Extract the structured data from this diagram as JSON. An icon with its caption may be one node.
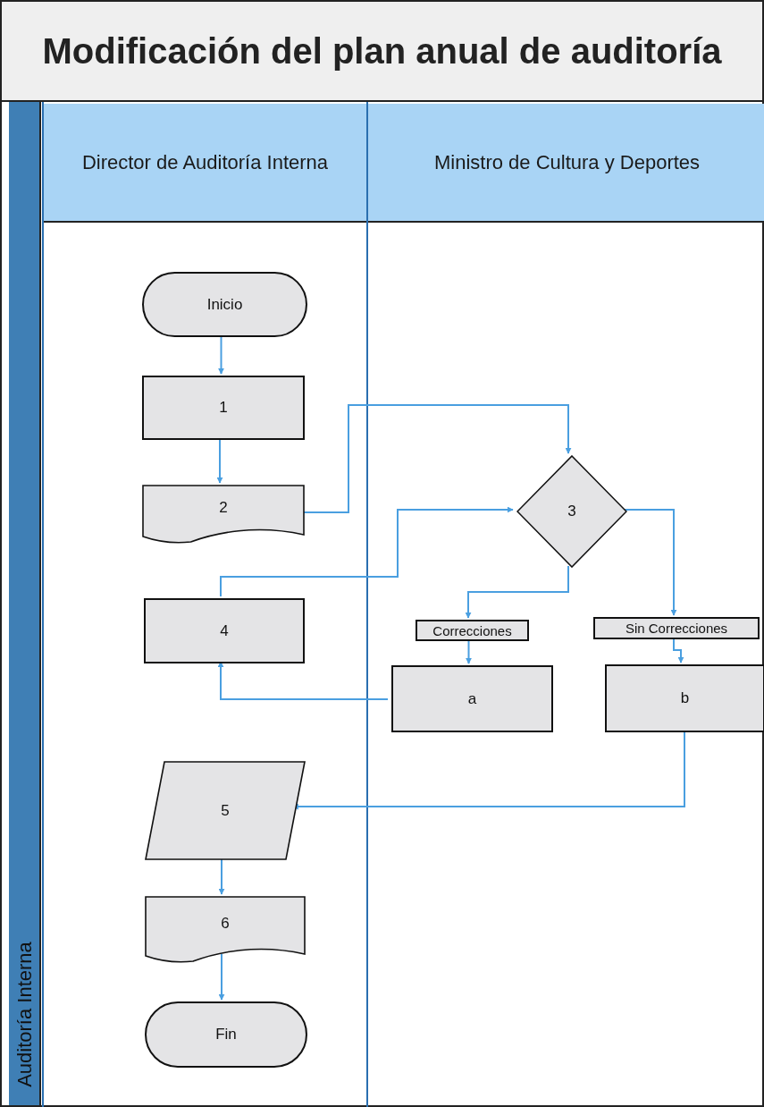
{
  "diagram": {
    "title": "Modificación del plan anual de auditoría",
    "nodes": [
      {
        "text": [
          "Auditoría Interna"
        ]
      },
      {
        "text": [
          "Director de Auditoría Interna"
        ],
        "in": 0
      },
      {
        "text": [
          "Ministro de Cultura y Deportes"
        ],
        "in": 0
      },
      {
        "text": [
          "Inicio"
        ],
        "in": 1
      },
      {
        "text": [
          "1"
        ],
        "in": 1
      },
      {
        "text": [
          "2"
        ],
        "in": 1
      },
      {
        "text": [
          "3"
        ],
        "in": 2
      },
      {
        "text": [
          "4"
        ],
        "in": 1
      },
      {
        "text": [
          "Correcciones"
        ],
        "in": 2
      },
      {
        "text": [
          "Sin Correcciones"
        ],
        "in": 2
      },
      {
        "text": [
          "a"
        ],
        "in": 2
      },
      {
        "text": [
          "b"
        ],
        "in": 2
      },
      {
        "text": [
          "5"
        ],
        "in": 1
      },
      {
        "text": [
          "6"
        ],
        "in": 1
      },
      {
        "text": [
          "Fin"
        ],
        "in": 1
      }
    ],
    "edges": [
      {
        "from": 3,
        "to": 4,
        "arrow": "to"
      },
      {
        "from": 4,
        "to": 5,
        "arrow": "to"
      },
      {
        "from": 5,
        "to": 6,
        "arrow": "to"
      },
      {
        "from": 7,
        "to": 6,
        "arrow": "to"
      },
      {
        "from": 6,
        "to": 8,
        "arrow": "to"
      },
      {
        "from": 8,
        "to": 10,
        "arrow": "to"
      },
      {
        "from": 6,
        "to": 9,
        "arrow": "to"
      },
      {
        "from": 9,
        "to": 11,
        "arrow": "to"
      },
      {
        "from": 10,
        "to": 7,
        "arrow": "to"
      },
      {
        "from": 11,
        "to": 12,
        "arrow": "to"
      },
      {
        "from": 12,
        "to": 13,
        "arrow": "to"
      },
      {
        "from": 13,
        "to": 14,
        "arrow": "to"
      }
    ]
  }
}
